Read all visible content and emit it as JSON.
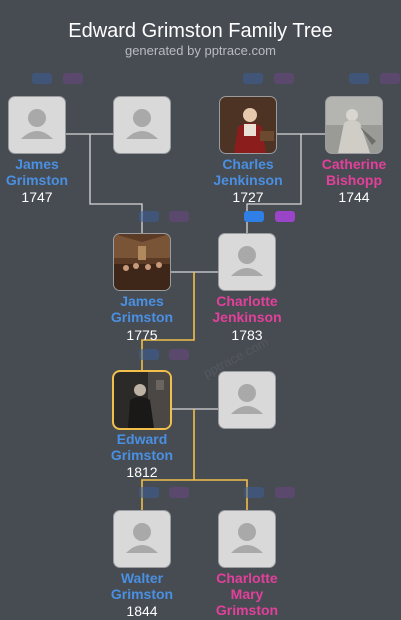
{
  "header": {
    "title": "Edward Grimston Family Tree",
    "subtitle": "generated by pptrace.com"
  },
  "watermark": "pptrace.com",
  "colors": {
    "male": "#4a90e2",
    "female": "#e2409a",
    "highlight_line": "#f1c04a",
    "line": "#d7d7d7",
    "background": "#474b52"
  },
  "people": {
    "james1747": {
      "first": "James",
      "last": "Grimston",
      "year": "1747"
    },
    "unknown1": {
      "first": "",
      "last": "",
      "year": ""
    },
    "charles1727": {
      "first": "Charles",
      "last": "Jenkinson",
      "year": "1727"
    },
    "catherine1744": {
      "first": "Catherine",
      "last": "Bishopp",
      "year": "1744"
    },
    "james1775": {
      "first": "James",
      "last": "Grimston",
      "year": "1775"
    },
    "charlotte1783": {
      "first": "Charlotte",
      "last": "Jenkinson",
      "year": "1783"
    },
    "edward1812": {
      "first": "Edward",
      "last": "Grimston",
      "year": "1812"
    },
    "spouse_edward": {
      "first": "",
      "last": "",
      "year": ""
    },
    "walter1844": {
      "first": "Walter",
      "last": "Grimston",
      "year": "1844"
    },
    "charlotte_mary": {
      "first": "Charlotte",
      "middle": "Mary",
      "last": "Grimston",
      "year": ""
    }
  }
}
